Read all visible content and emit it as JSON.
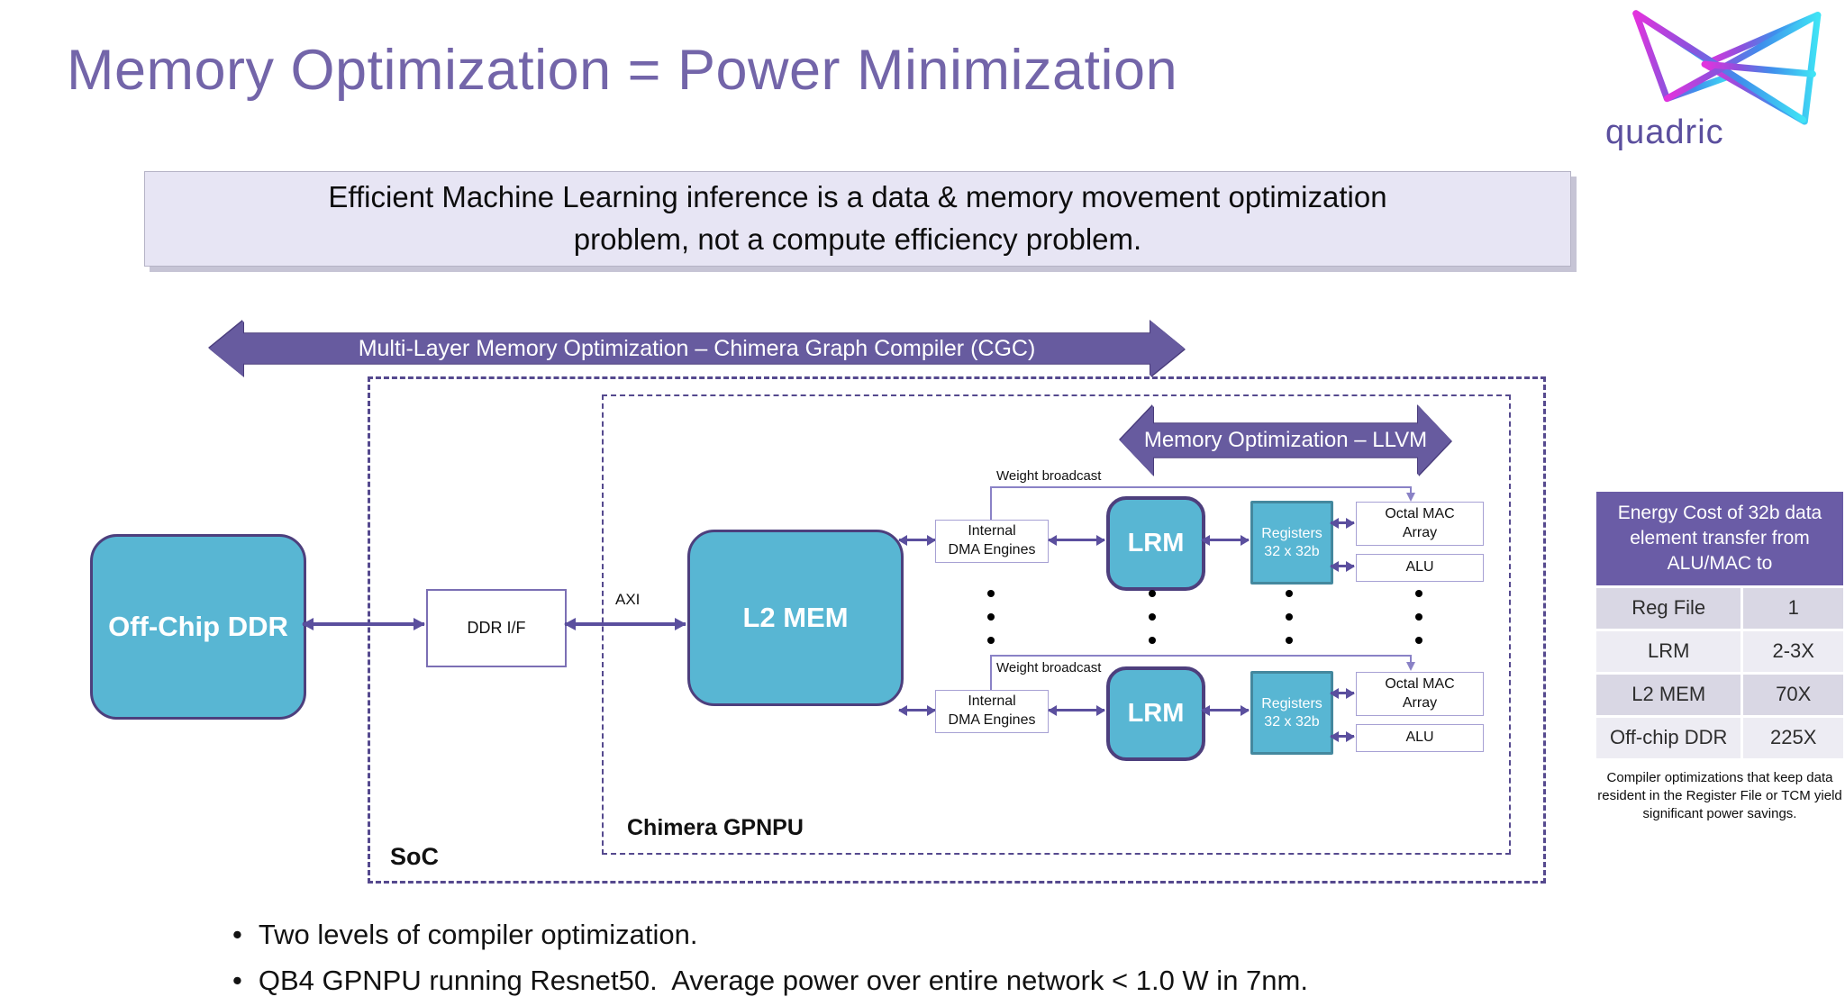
{
  "slide": {
    "title": "Memory Optimization = Power Minimization",
    "brand": "quadric",
    "callout_line1": "Efficient Machine Learning inference is a data & memory movement optimization",
    "callout_line2": "problem, not a compute efficiency problem.",
    "bullets": [
      "Two levels of compiler optimization.",
      "QB4 GPNPU running Resnet50.  Average power over entire network < 1.0 W in 7nm."
    ]
  },
  "banners": {
    "cgc": "Multi-Layer Memory Optimization – Chimera Graph Compiler (CGC)",
    "llvm": "Memory Optimization – LLVM"
  },
  "diagram": {
    "soc_label": "SoC",
    "chimera_label": "Chimera GPNPU",
    "offchip_ddr": "Off-Chip DDR",
    "ddr_if": "DDR I/F",
    "axi": "AXI",
    "l2mem": "L2 MEM",
    "weight_broadcast": "Weight broadcast",
    "dma_line1": "Internal",
    "dma_line2": "DMA Engines",
    "lrm": "LRM",
    "registers_line1": "Registers",
    "registers_line2": "32 x 32b",
    "octal_mac_line1": "Octal MAC",
    "octal_mac_line2": "Array",
    "alu": "ALU"
  },
  "energy_table": {
    "header": "Energy Cost of 32b data element transfer from ALU/MAC to",
    "rows": [
      {
        "label": "Reg File",
        "value": "1"
      },
      {
        "label": "LRM",
        "value": "2-3X"
      },
      {
        "label": "L2 MEM",
        "value": "70X"
      },
      {
        "label": "Off-chip DDR",
        "value": "225X"
      }
    ],
    "caption": "Compiler optimizations that keep data resident in the Register File or TCM yield significant power savings."
  },
  "colors": {
    "title_purple": "#7365a9",
    "banner_purple": "#675b9f",
    "teal": "#58b6d3",
    "teal_border": "#4d3f7d",
    "dashed_border": "#55498e",
    "table_header_purple": "#6a5ca6",
    "table_row_dark": "#d9d7e4",
    "table_row_light": "#edecf3",
    "callout_bg": "#e7e5f4",
    "connector_purple": "#5b4f9e"
  }
}
